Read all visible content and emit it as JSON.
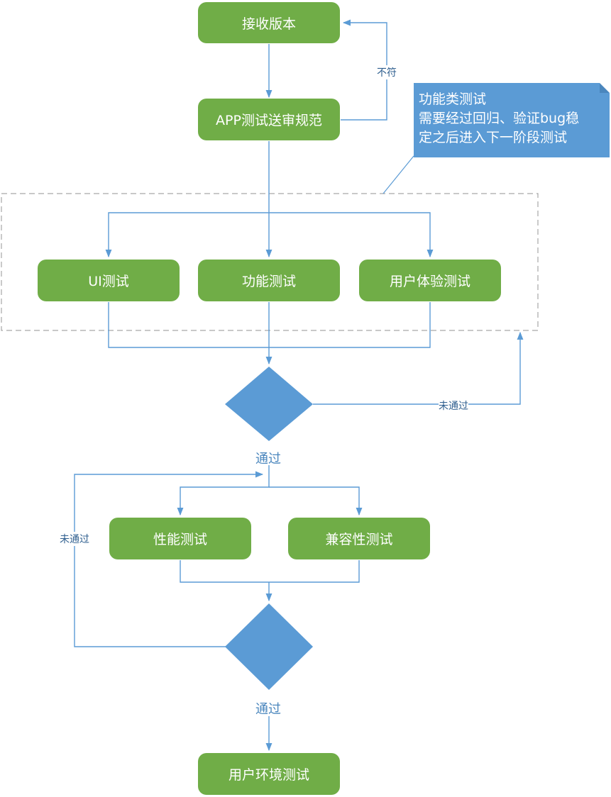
{
  "nodes": {
    "receive": "接收版本",
    "spec": "APP测试送审规范",
    "ui": "UI测试",
    "func": "功能测试",
    "ux": "用户体验测试",
    "perf": "性能测试",
    "compat": "兼容性测试",
    "env": "用户环境测试"
  },
  "edges": {
    "not_match": "不符",
    "fail1": "未通过",
    "pass1": "通过",
    "fail2": "未通过",
    "pass2": "通过"
  },
  "callout": {
    "line1": "功能类测试",
    "line2": "需要经过回归、验证bug稳",
    "line3": "定之后进入下一阶段测试"
  },
  "colors": {
    "node_fill": "#70ad47",
    "decision_fill": "#5b9bd5",
    "connector": "#5b9bd5",
    "group_border": "#a6a6a6"
  }
}
